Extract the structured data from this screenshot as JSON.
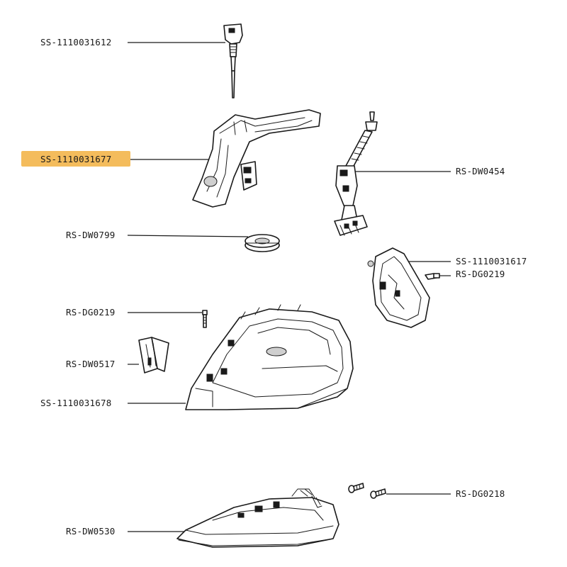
{
  "highlight_color": "#f3b54a",
  "labels": {
    "cord_guard": "SS-1110031612",
    "handle": "SS-1110031677",
    "steam_rod": "RS-DW0454",
    "knob": "RS-DW0799",
    "rear_cover": "SS-1110031617",
    "screw_rear": "RS-DG0219",
    "screw_left": "RS-DG0219",
    "clip": "RS-DW0517",
    "housing": "SS-1110031678",
    "screws_bottom": "RS-DG0218",
    "soleplate": "RS-DW0530"
  }
}
